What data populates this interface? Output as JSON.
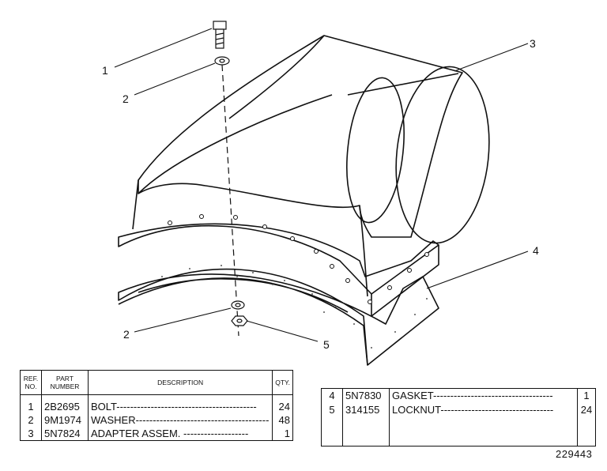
{
  "callouts": {
    "bolt": "1",
    "washer_top": "2",
    "adapter": "3",
    "gasket": "4",
    "washer_bottom": "2",
    "locknut": "5"
  },
  "parts_table_left": {
    "headers": {
      "ref": "REF. NO.",
      "part": "PART NUMBER",
      "desc": "DESCRIPTION",
      "qty": "QTY."
    },
    "rows": [
      {
        "ref": "1",
        "part": "2B2695",
        "desc": "BOLT-----------------------------------------",
        "qty": "24"
      },
      {
        "ref": "2",
        "part": "9M1974",
        "desc": "WASHER---------------------------------------",
        "qty": "48"
      },
      {
        "ref": "3",
        "part": "5N7824",
        "desc": "ADAPTER ASSEM. -------------------",
        "qty": "1"
      }
    ]
  },
  "parts_table_right": {
    "rows": [
      {
        "ref": "4",
        "part": "5N7830",
        "desc": "GASKET-----------------------------------",
        "qty": "1"
      },
      {
        "ref": "5",
        "part": "314155",
        "desc": "LOCKNUT---------------------------------",
        "qty": "24"
      }
    ]
  },
  "drawing_number": "229443"
}
